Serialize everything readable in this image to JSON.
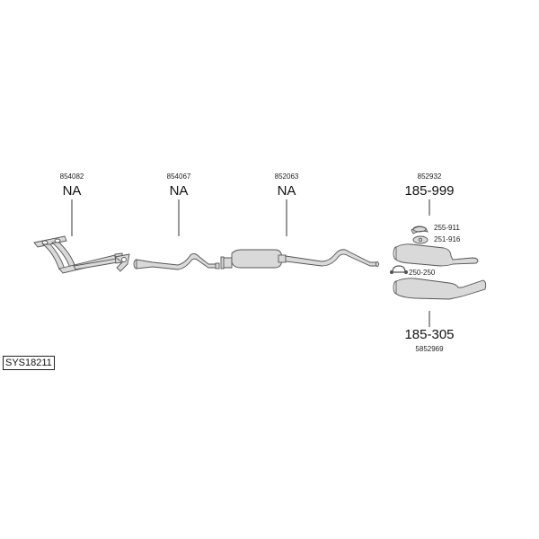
{
  "system_code": "SYS18211",
  "components": [
    {
      "oe_number": "854082",
      "part_number": "NA"
    },
    {
      "oe_number": "854067",
      "part_number": "NA"
    },
    {
      "oe_number": "852063",
      "part_number": "NA"
    },
    {
      "oe_number": "852932",
      "part_number": "185-999"
    },
    {
      "oe_number": "5852969",
      "part_number": "185-305"
    }
  ],
  "accessories": [
    "255-911",
    "251-916",
    "250-250"
  ],
  "colors": {
    "line": "#333333",
    "part_fill": "#d9d9d9",
    "part_stroke": "#555555",
    "background": "#ffffff"
  }
}
